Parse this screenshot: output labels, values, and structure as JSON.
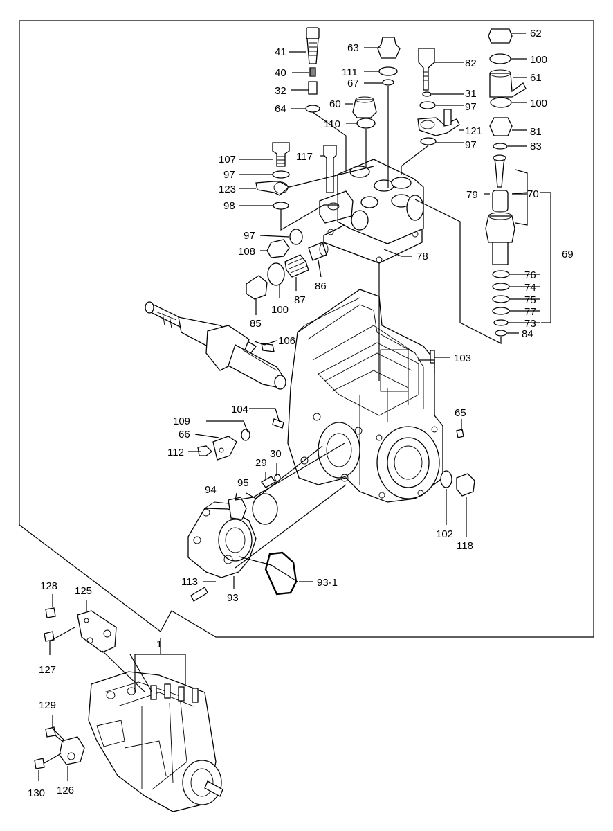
{
  "diagram": {
    "labels": [
      "41",
      "40",
      "32",
      "64",
      "63",
      "111",
      "67",
      "60",
      "110",
      "82",
      "31",
      "97",
      "121",
      "97",
      "62",
      "100",
      "61",
      "100",
      "81",
      "83",
      "107",
      "97",
      "123",
      "98",
      "117",
      "97",
      "108",
      "78",
      "87",
      "86",
      "85",
      "100",
      "70",
      "79",
      "69",
      "76",
      "74",
      "75",
      "77",
      "73",
      "84",
      "106",
      "103",
      "104",
      "109",
      "66",
      "112",
      "65",
      "29",
      "30",
      "95",
      "94",
      "102",
      "118",
      "113",
      "93",
      "93-1",
      "128",
      "125",
      "1",
      "127",
      "129",
      "130",
      "126"
    ]
  }
}
